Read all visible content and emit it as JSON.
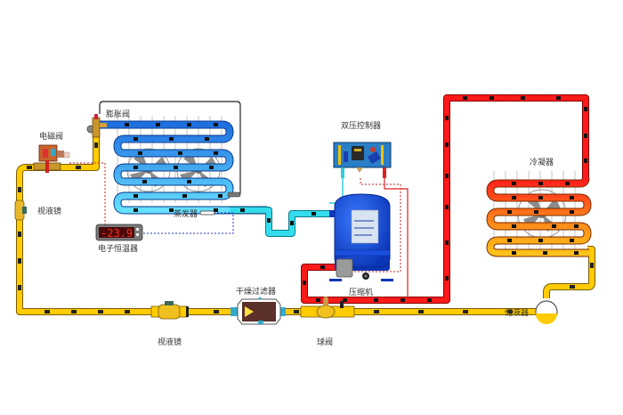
{
  "title": "制冷系统原理图",
  "labels": {
    "expansion_valve": "膨胀阀",
    "solenoid_valve": "电磁阀",
    "sight_glass_left": "视液镜",
    "sight_glass_bottom": "视液镜",
    "evaporator": "蒸发器",
    "thermostat": "电子恒温器",
    "dual_pressure_controller": "双压控制器",
    "compressor": "压缩机",
    "condenser": "冷凝器",
    "receiver": "储液器",
    "filter_drier": "干燥过滤器",
    "ball_valve": "球阀"
  },
  "thermostat_display": "-23.9",
  "colors": {
    "liquid_line": "#ffcc00",
    "evap_inlet": "#1e6fe0",
    "evap_outlet": "#33ccff",
    "suction_line": "#33ddee",
    "discharge_line": "#ff1a1a",
    "condenser_mid": "#ff7a1a",
    "condenser_out": "#ffb21a",
    "compressor_body": "#1a4fe0",
    "sensor_wire": "#cc2222",
    "sensor_wire_blue": "#2233cc"
  }
}
